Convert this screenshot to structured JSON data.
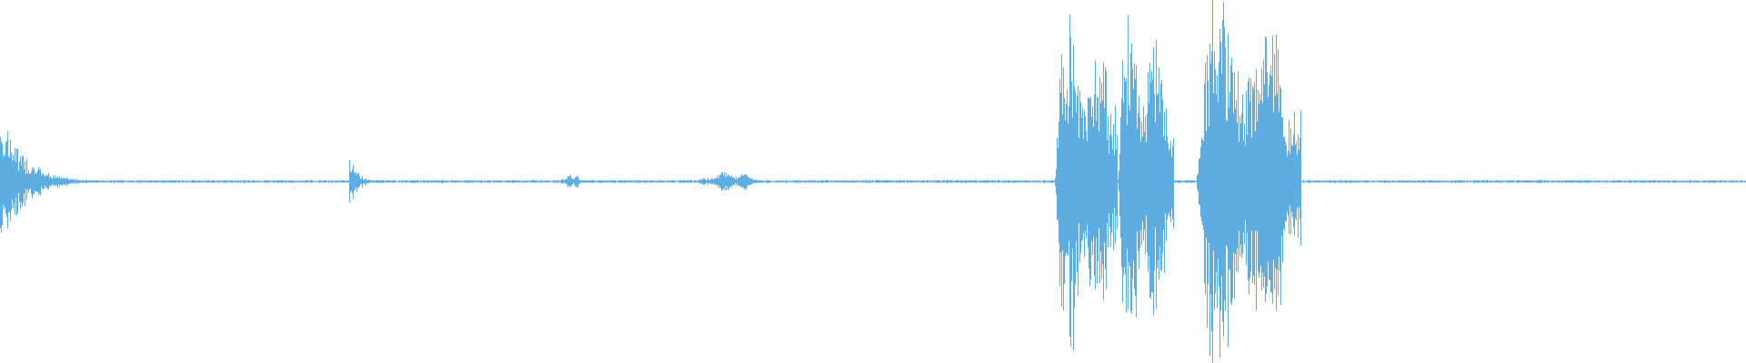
{
  "waveform": {
    "color": "#5dade2",
    "background": "#ffffff",
    "segments": [
      {
        "start": 0.0,
        "end": 0.06,
        "peak": 0.42,
        "shape": "decay"
      },
      {
        "start": 0.2,
        "end": 0.22,
        "peak": 0.17,
        "shape": "decay"
      },
      {
        "start": 0.32,
        "end": 0.335,
        "peak": 0.05,
        "shape": "burst"
      },
      {
        "start": 0.398,
        "end": 0.438,
        "peak": 0.07,
        "shape": "burst"
      },
      {
        "start": 0.604,
        "end": 0.64,
        "peak": 0.9,
        "shape": "speech"
      },
      {
        "start": 0.64,
        "end": 0.672,
        "peak": 0.9,
        "shape": "speech"
      },
      {
        "start": 0.685,
        "end": 0.745,
        "peak": 0.95,
        "shape": "speech"
      }
    ],
    "baseline_noise": 0.006
  }
}
